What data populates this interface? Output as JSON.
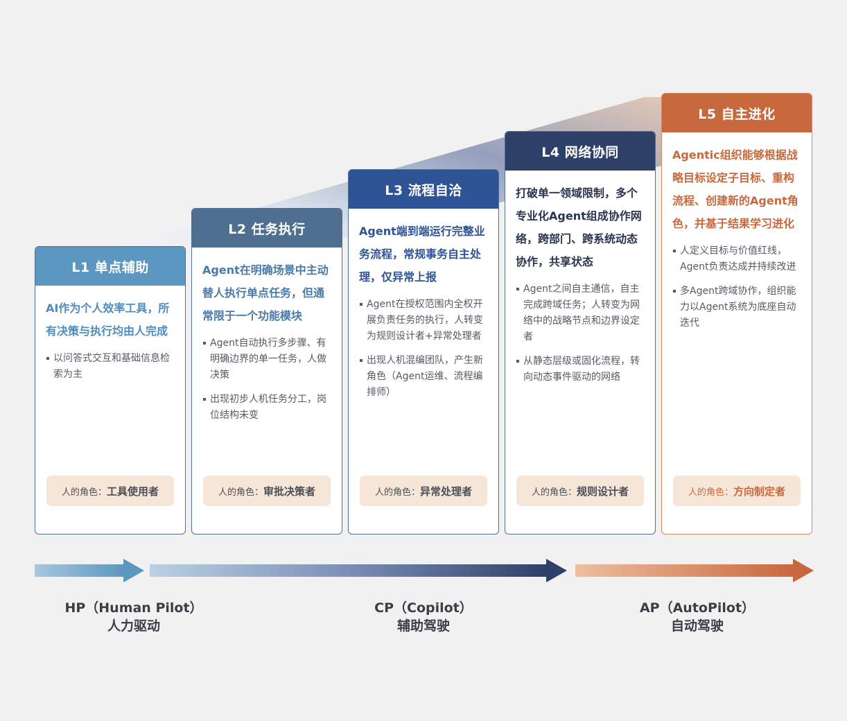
{
  "colors": {
    "l1": "#5b97c0",
    "l2": "#4e6f8f",
    "l3": "#2f5496",
    "l4": "#2f4068",
    "l5": "#c8693d",
    "role_bg": "#f6e6d8"
  },
  "levels": [
    {
      "title": "L1  单点辅助",
      "lead": "AI作为个人效率工具，所有决策与执行均由人完成",
      "bullets": [
        "以问答式交互和基础信息检索为主"
      ],
      "role_label": "人的角色：",
      "role_value": "工具使用者"
    },
    {
      "title": "L2  任务执行",
      "lead": "Agent在明确场景中主动替人执行单点任务，但通常限于一个功能模块",
      "bullets": [
        "Agent自动执行多步骤、有明确边界的单一任务，人做决策",
        "出现初步人机任务分工，岗位结构未变"
      ],
      "role_label": "人的角色：",
      "role_value": "审批决策者"
    },
    {
      "title": "L3  流程自洽",
      "lead": "Agent端到端运行完整业务流程，常规事务自主处理，仅异常上报",
      "bullets": [
        "Agent在授权范围内全权开展负责任务的执行，人转变为规则设计者+异常处理者",
        "出现人机混编团队，产生新角色（Agent运维、流程编排师）"
      ],
      "role_label": "人的角色：",
      "role_value": "异常处理者"
    },
    {
      "title": "L4  网络协同",
      "lead": "打破单一领域限制，多个专业化Agent组成协作网络，跨部门、跨系统动态协作，共享状态",
      "bullets": [
        "Agent之间自主通信，自主完成跨域任务；人转变为网络中的战略节点和边界设定者",
        "从静态层级或固化流程，转向动态事件驱动的网络"
      ],
      "role_label": "人的角色：",
      "role_value": "规则设计者"
    },
    {
      "title": "L5  自主进化",
      "lead": "Agentic组织能够根据战略目标设定子目标、重构流程、创建新的Agent角色，并基于结果学习进化",
      "bullets": [
        "人定义目标与价值红线，Agent负责达成并持续改进",
        "多Agent跨域协作，组织能力以Agent系统为底座自动迭代"
      ],
      "role_label": "人的角色：",
      "role_value": "方向制定者"
    }
  ],
  "stages": [
    {
      "name": "HP（Human Pilot）",
      "cn": "人力驱动"
    },
    {
      "name": "CP（Copilot）",
      "cn": "辅助驾驶"
    },
    {
      "name": "AP（AutoPilot）",
      "cn": "自动驾驶"
    }
  ]
}
